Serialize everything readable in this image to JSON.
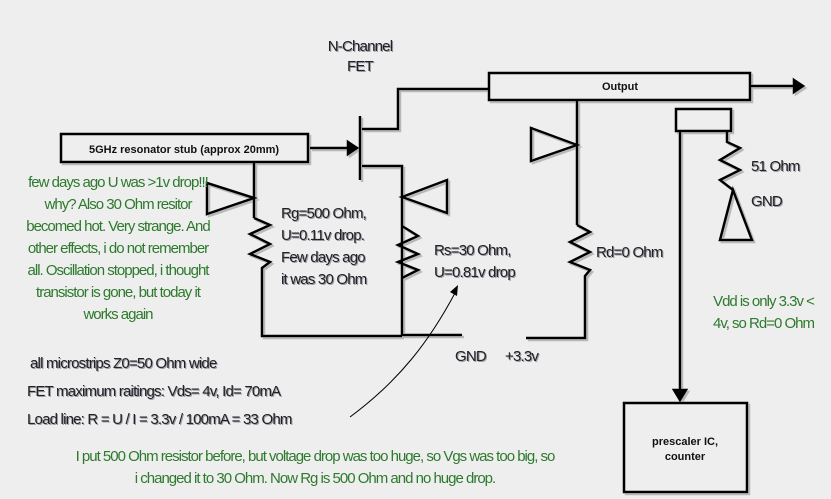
{
  "diagram": {
    "fet_label": [
      "N-Channel",
      "FET"
    ],
    "resonator_stub_label": "5GHz resonator stub (approx 20mm)",
    "output_label": "Output",
    "prescaler_label": [
      "prescaler IC,",
      "counter"
    ],
    "termination_resistor": "51 Ohm",
    "termination_gnd": "GND",
    "rg_note": [
      "Rg=500 Ohm,",
      "U=0.11v drop.",
      "Few days ago",
      "it was 30 Ohm"
    ],
    "rs_note": [
      "Rs=30 Ohm,",
      "U=0.81v drop"
    ],
    "rd_label": "Rd=0 Ohm",
    "gnd_label": "GND",
    "vcc_label": "+3.3v",
    "left_note": [
      "few days ago U was >1v drop!!!",
      "why? Also 30 Ohm resitor",
      "becomed hot. Very strange. And",
      "other effects, i do not remember",
      "all. Oscillation stopped, i thought",
      "transistor is gone, but today it",
      "works again"
    ],
    "vdd_note": [
      "Vdd is only 3.3v <",
      "4v, so Rd=0 Ohm"
    ],
    "spec_notes": [
      "all microstrips Z0=50 Ohm wide",
      "FET maximum raitings: Vds= 4v, Id= 70mA",
      "Load line: R = U / I = 3.3v / 100mA = 33 Ohm"
    ],
    "bottom_note": [
      "I put 500 Ohm resistor before, but voltage drop was too huge, so Vgs was too big, so",
      "i changed it to 30 Ohm. Now Rg is 500 Ohm and no huge drop."
    ],
    "colors": {
      "background": "#eeeeee",
      "wire": "#000000",
      "note_green": "#2d7a2d",
      "note_dark": "#222222"
    }
  }
}
